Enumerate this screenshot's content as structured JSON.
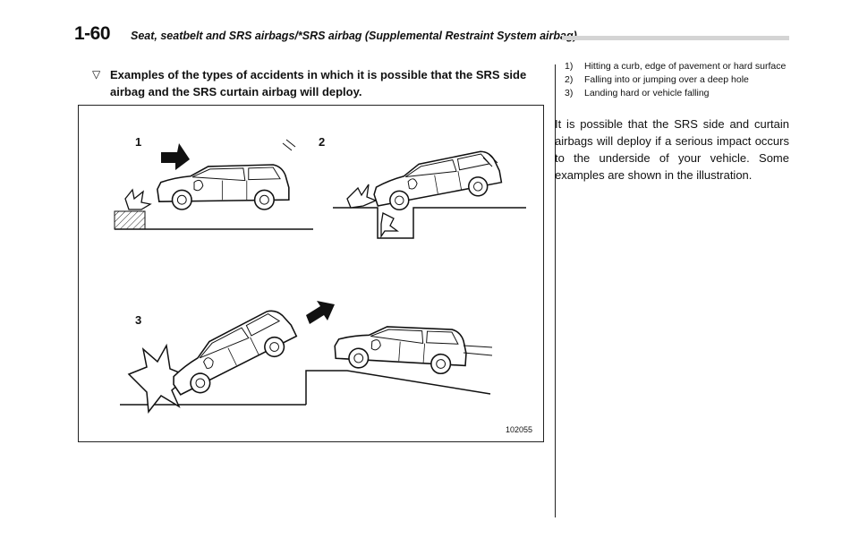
{
  "header": {
    "page_number": "1-60",
    "title": "Seat, seatbelt and SRS airbags/*SRS airbag (Supplemental Restraint System airbag)"
  },
  "section": {
    "marker": "▽",
    "heading": "Examples of the types of accidents in which it is possible that the SRS side airbag and the SRS curtain airbag will deploy."
  },
  "figure": {
    "labels": [
      "1",
      "2",
      "3"
    ],
    "id": "102055"
  },
  "legend": [
    {
      "num": "1)",
      "text": "Hitting a curb, edge of pavement or hard surface"
    },
    {
      "num": "2)",
      "text": "Falling into or jumping over a deep hole"
    },
    {
      "num": "3)",
      "text": "Landing hard or vehicle falling"
    }
  ],
  "body": "It is possible that the SRS side and curtain airbags will deploy if a serious impact occurs to the underside of your vehicle. Some examples are shown in the illustration."
}
